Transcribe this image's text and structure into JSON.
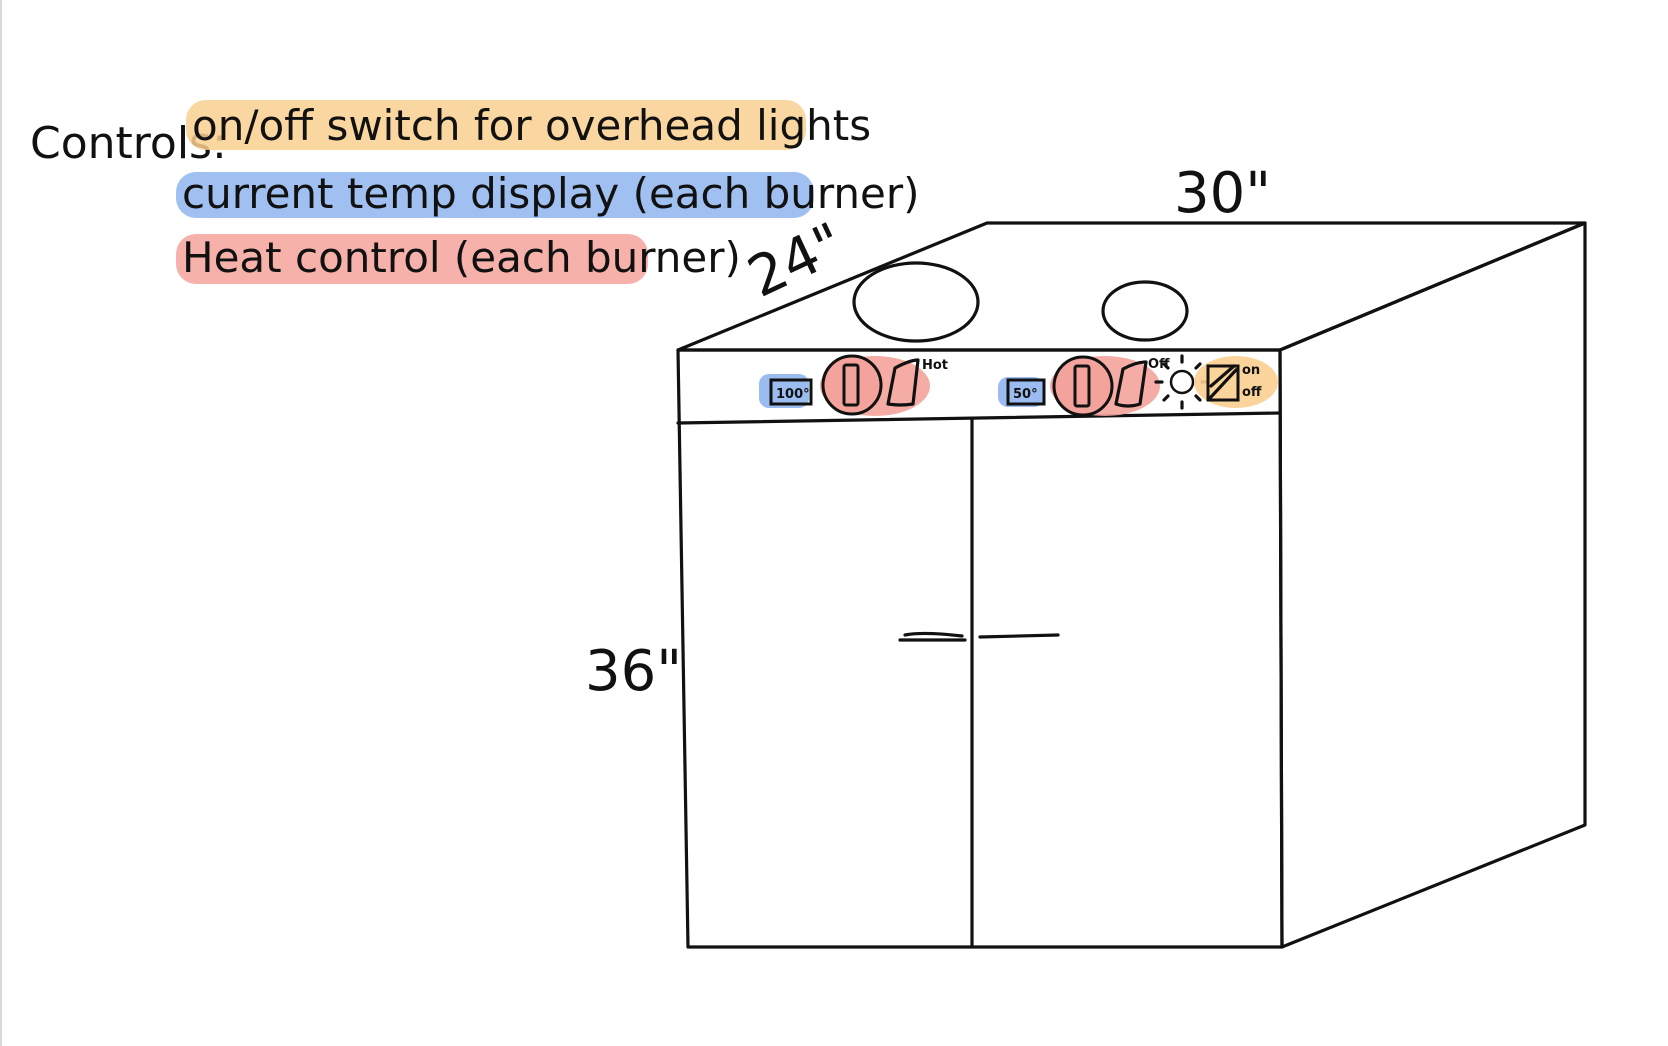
{
  "legend": {
    "title": "Controls:",
    "items": [
      {
        "text": "on/off switch for overhead lights",
        "color": "#f9cf8f"
      },
      {
        "text": "current temp display (each burner)",
        "color": "#8fb5ef"
      },
      {
        "text": "Heat control (each burner)",
        "color": "#f3a39b"
      }
    ]
  },
  "dimensions": {
    "width": "30\"",
    "depth": "24\"",
    "height": "36\""
  },
  "control_panel": {
    "left_display": "100°",
    "right_display": "50°",
    "left_knob_label": "Hot",
    "right_knob_label": "Off",
    "switch_on": "on",
    "switch_off": "off",
    "light_icon": "sun-icon"
  }
}
